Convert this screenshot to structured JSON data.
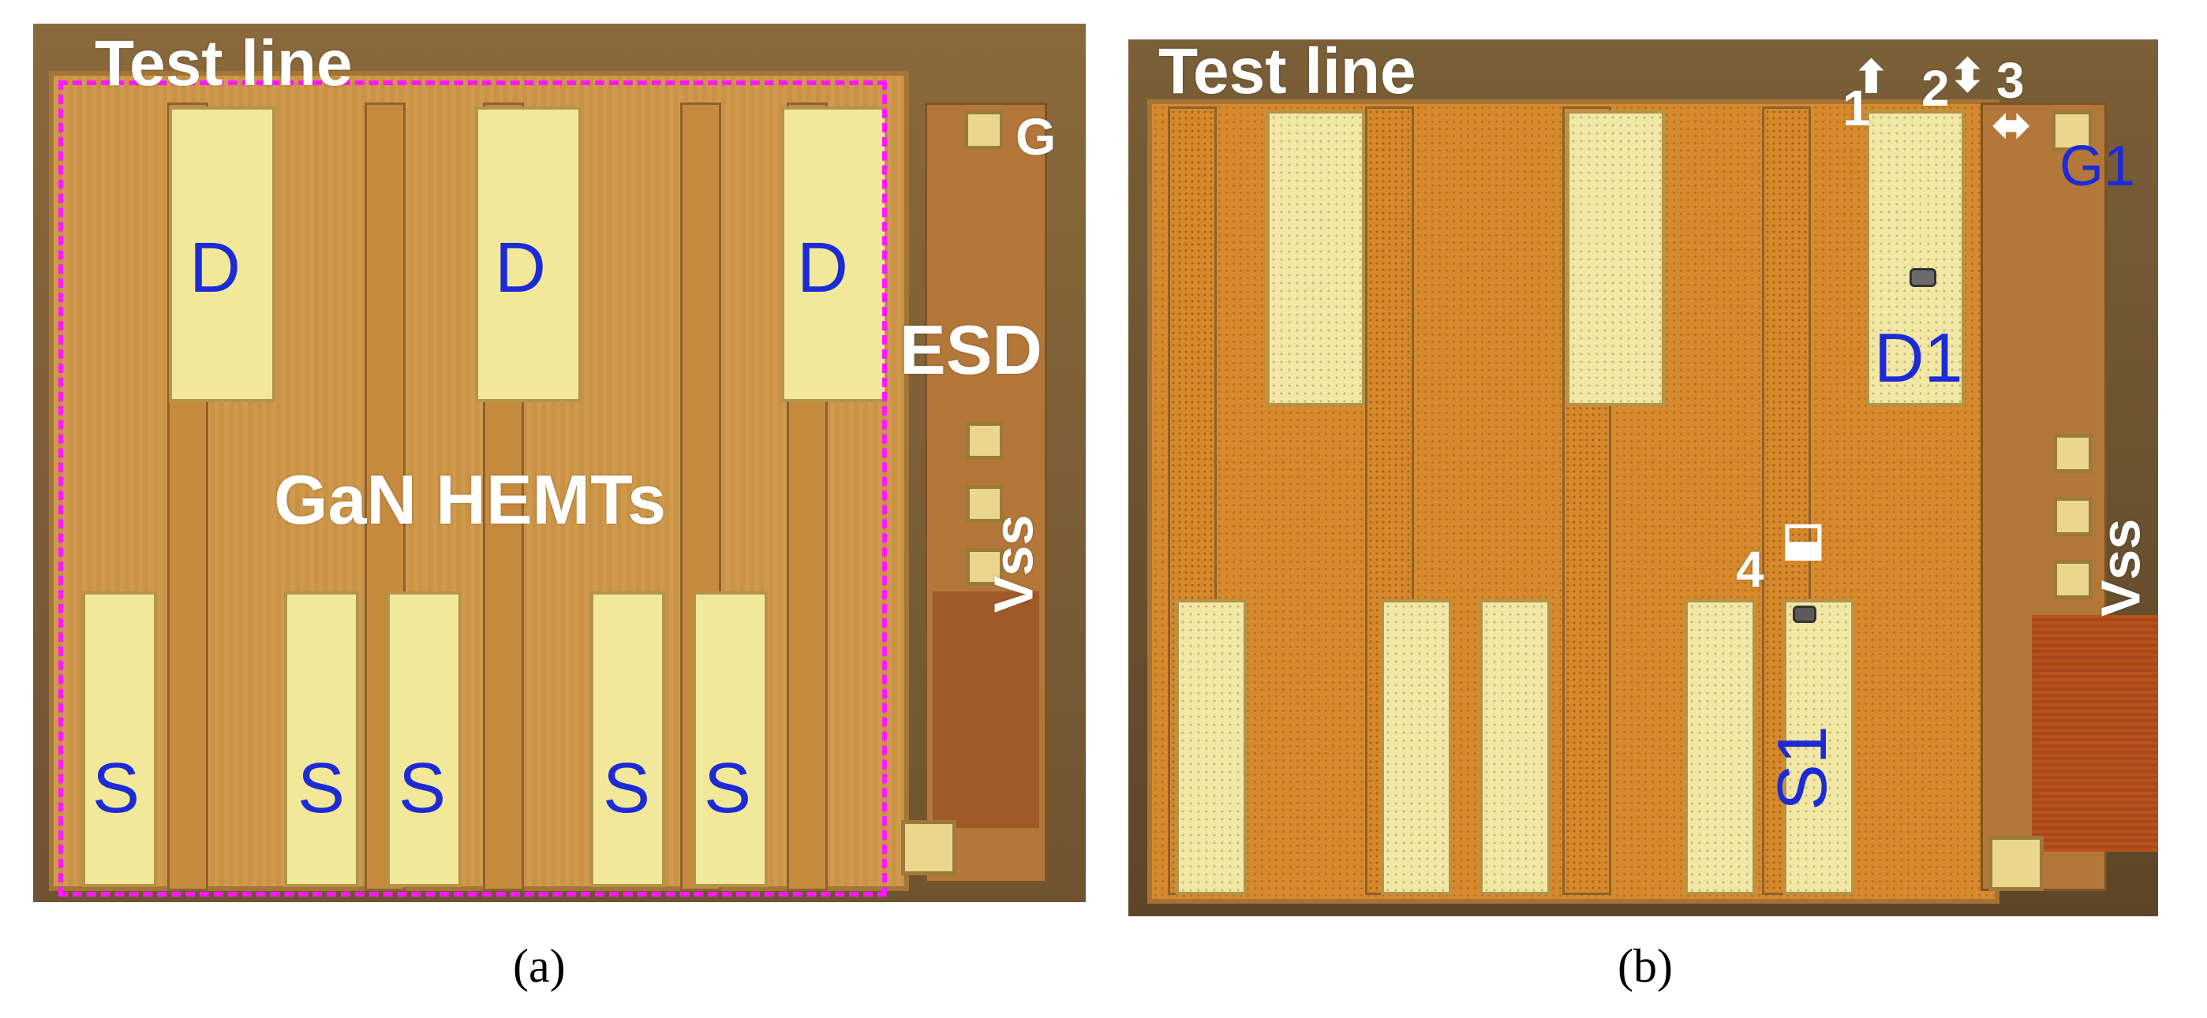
{
  "panel_a": {
    "title": "Test line",
    "device_label": "GaN HEMTs",
    "drain_labels": [
      "D",
      "D",
      "D"
    ],
    "source_labels": [
      "S",
      "S",
      "S",
      "S",
      "S"
    ],
    "gate_label": "G",
    "esd_label": "ESD",
    "vss_label": "Vss",
    "caption": "(a)"
  },
  "panel_b": {
    "title": "Test line",
    "d_label": "D1",
    "s_label": "S1",
    "g_label": "G1",
    "vss_label": "Vss",
    "markers": [
      "1",
      "2",
      "3",
      "4"
    ],
    "caption": "(b)"
  },
  "colors": {
    "label_blue": "#1d2bd6",
    "dash_magenta": "#ff19ff",
    "pad_yellow": "#f2e89a",
    "metal_orange": "#d6892a"
  }
}
